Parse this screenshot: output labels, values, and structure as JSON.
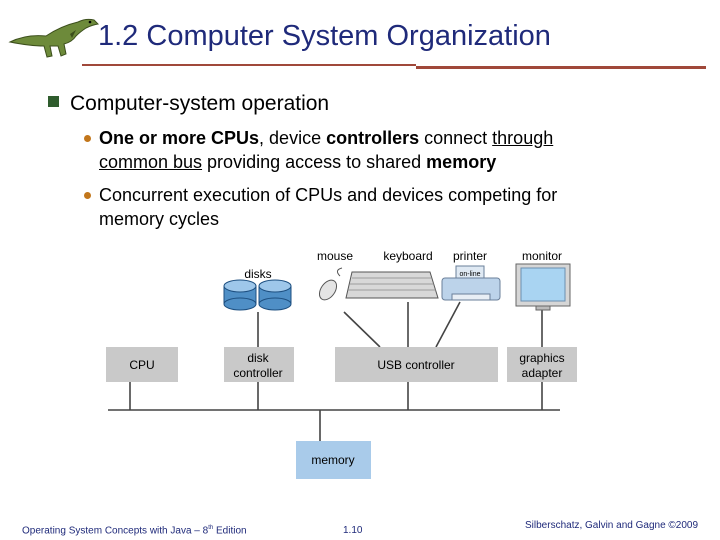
{
  "slide": {
    "title": "1.2 Computer System Organization",
    "heading": "Computer-system operation",
    "bullets": [
      {
        "line1": [
          {
            "text": "One or more CPUs",
            "bold": true,
            "underline": false
          },
          {
            "text": ", device ",
            "bold": false,
            "underline": false
          },
          {
            "text": "controllers",
            "bold": true,
            "underline": false
          },
          {
            "text": " connect ",
            "bold": false,
            "underline": false
          },
          {
            "text": "through",
            "bold": false,
            "underline": true
          }
        ],
        "line2": [
          {
            "text": "common bus",
            "bold": false,
            "underline": true
          },
          {
            "text": " providing access to shared ",
            "bold": false,
            "underline": false
          },
          {
            "text": "memory",
            "bold": true,
            "underline": false
          }
        ]
      },
      {
        "line1": [
          {
            "text": "Concurrent execution of CPUs and devices competing for",
            "bold": false,
            "underline": false
          }
        ],
        "line2": [
          {
            "text": "memory cycles",
            "bold": false,
            "underline": false
          }
        ]
      }
    ]
  },
  "diagram": {
    "devices": {
      "disks": "disks",
      "mouse": "mouse",
      "keyboard": "keyboard",
      "printer": "printer",
      "printer_panel": "on-line",
      "monitor": "monitor"
    },
    "boxes": {
      "cpu": "CPU",
      "disk_controller": [
        "disk",
        "controller"
      ],
      "usb_controller": "USB controller",
      "graphics_adapter": [
        "graphics",
        "adapter"
      ],
      "memory": "memory"
    },
    "colors": {
      "box_fill": "#c9c9c9",
      "memory_fill": "#a9cbea",
      "line": "#444444"
    }
  },
  "footer": {
    "left_prefix": "Operating System Concepts  with Java – 8",
    "left_sup": "th",
    "left_suffix": " Edition",
    "center": "1.10",
    "right": "Silberschatz, Galvin and Gagne ©2009"
  },
  "colors": {
    "title": "#1f2a7a",
    "rule": "#a0483a",
    "level1_bullet": "#2f5c2d",
    "level2_bullet": "#c2761b"
  },
  "icons": {
    "logo": "dinosaur-logo-icon",
    "level1_bullet": "square-bullet-icon",
    "level2_bullet": "round-bullet-icon"
  }
}
